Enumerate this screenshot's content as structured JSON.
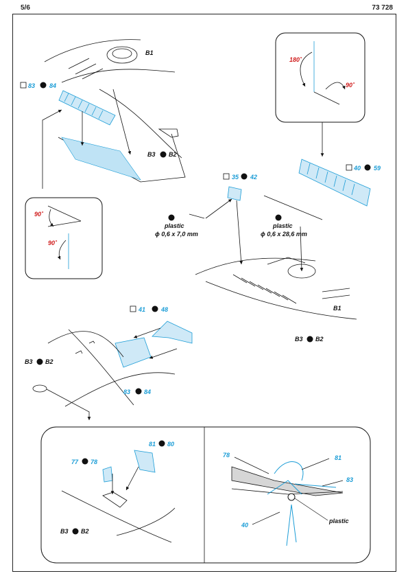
{
  "header": {
    "page": "5/6",
    "code": "73 728"
  },
  "refs": {
    "b1_top": "B1",
    "b1_mid": "B1",
    "b3": "B3",
    "b2": "B2"
  },
  "parts": {
    "p83": "83",
    "p84": "84",
    "p35": "35",
    "p42": "42",
    "p40": "40",
    "p59": "59",
    "p41": "41",
    "p48": "48",
    "p77": "77",
    "p78": "78",
    "p81": "81",
    "p80": "80"
  },
  "angles": {
    "a180": "180˚",
    "a90": "90˚"
  },
  "material": {
    "plastic": "plastic",
    "rod_short": "ϕ 0,6 x 7,0 mm",
    "rod_long": "ϕ 0,6 x 28,6 mm"
  },
  "detail_labels": {
    "d78": "78",
    "d81": "81",
    "d83": "83",
    "d40": "40",
    "dplastic": "plastic"
  },
  "colors": {
    "accent": "#1a9cd6",
    "angle": "#d01c1c",
    "fret_fill": "#cfe9f7"
  }
}
